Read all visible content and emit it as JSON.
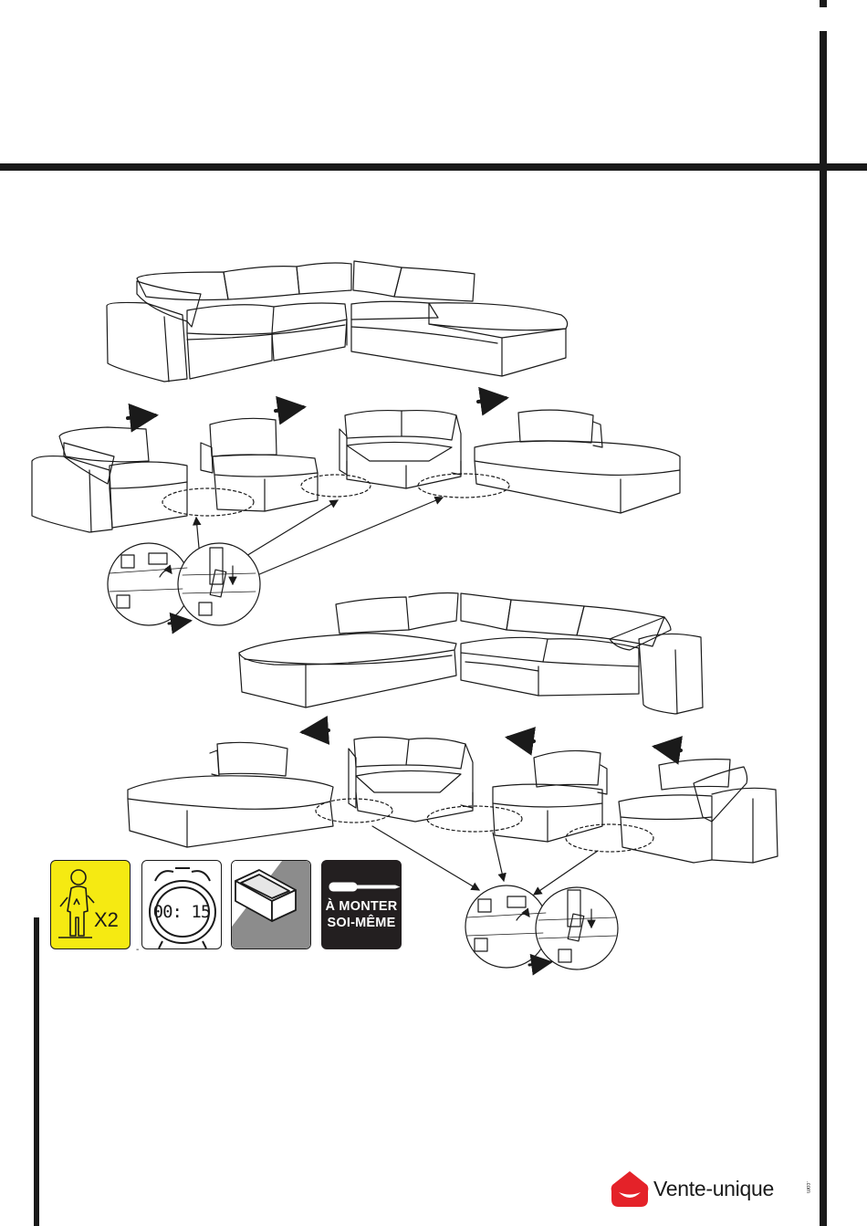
{
  "page": {
    "background": "#ffffff",
    "line_color": "#1a1a1a"
  },
  "icons": {
    "persons": {
      "icon": "two-person-icon",
      "label": "X2",
      "color": "#f5ea12"
    },
    "time": {
      "icon": "alarm-clock-icon",
      "label": "00: 15"
    },
    "box": {
      "icon": "open-box-icon"
    },
    "assembly": {
      "icon": "screwdriver-icon",
      "line1": "À MONTER",
      "line2": "SOI-MÊME",
      "color": "#231f20"
    }
  },
  "footer": {
    "brand": {
      "name": "Vente-unique",
      "suffix": ".com",
      "icon": "house-smile-icon",
      "color": "#e42229"
    },
    "tick": "-"
  }
}
